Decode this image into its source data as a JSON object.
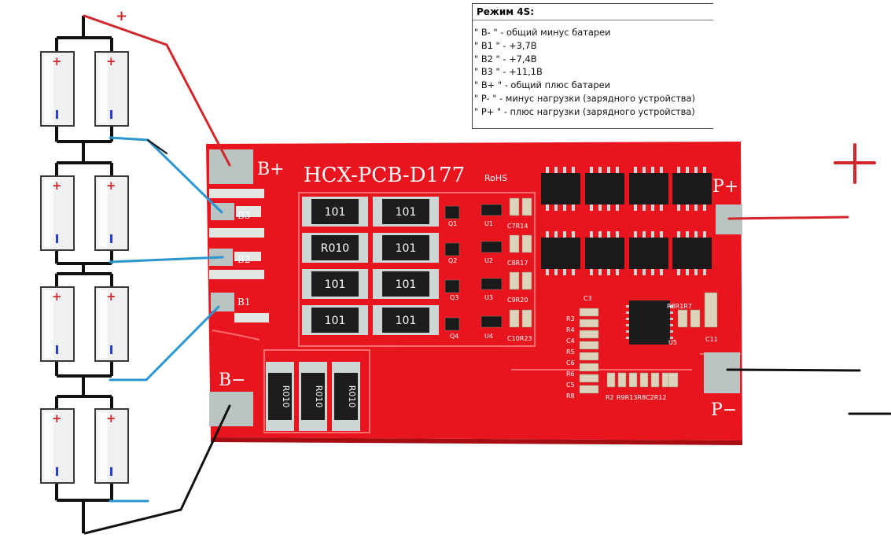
{
  "pcb": {
    "model": "HCX-PCB-D177",
    "rohs": "RoHS",
    "label_b_plus": "B+",
    "label_b_minus": "B−",
    "label_b1": "B1",
    "label_b2": "B2",
    "label_b3": "B3",
    "label_p_plus": "P+",
    "label_p_minus": "P−",
    "resistor_codes": [
      "101",
      "101",
      "R010",
      "101",
      "101",
      "101",
      "101",
      "101"
    ],
    "shunt_codes": [
      "R010",
      "R010",
      "R010"
    ],
    "transistor_labels": [
      "Q1",
      "Q2",
      "Q3",
      "Q4"
    ],
    "ic_labels": [
      "U1",
      "U2",
      "U3",
      "U4",
      "U5"
    ],
    "cap_labels": [
      "C7R14",
      "C8R17",
      "C9R20",
      "C10R23",
      "C3",
      "C11"
    ],
    "small_labels": [
      "R3",
      "R4",
      "C4",
      "R5",
      "C6",
      "R6",
      "C5",
      "R8",
      "R9R13R8C2R12",
      "R2",
      "R8R1R7"
    ]
  },
  "battery": {
    "plus_sign": "+",
    "minus_sign": "-",
    "top_plus": "+"
  },
  "right_side": {
    "plus_sign": "+"
  },
  "legend": {
    "title": "Режим 4S:",
    "lines": [
      "\" B- \" - общий минус батареи",
      "\" B1 \" - +3,7В",
      "\" B2 \" - +7,4В",
      "\" B3 \" - +11,1В",
      "\" B+ \" - общий плюс батареи",
      "\" P- \" - минус нагрузки (зарядного устройства)",
      "\" P+ \" - плюс нагрузки (зарядного устройства)"
    ]
  },
  "colors": {
    "board": "#e8141e",
    "board_dark": "#c40f17",
    "pad": "#b9c4c3",
    "wire_red": "#d2262a",
    "wire_blue": "#2a96d0",
    "wire_black": "#111111",
    "cell_outline": "#3a3a3a"
  }
}
